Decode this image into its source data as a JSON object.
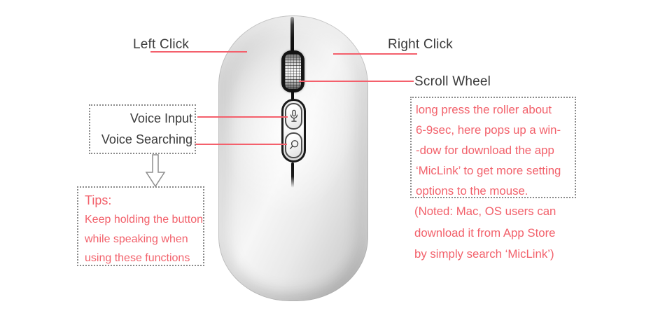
{
  "colors": {
    "annotation_red": "#f2616b",
    "line_red": "#f4606c",
    "label_dark": "#3b3b3b",
    "mouse_silver": "#e6e6e6"
  },
  "callouts": {
    "left_click": "Left Click",
    "right_click": "Right Click",
    "scroll_wheel": "Scroll Wheel"
  },
  "voice_box": {
    "voice_input": "Voice Input",
    "voice_searching": "Voice Searching"
  },
  "tips_box": {
    "title": "Tips:",
    "lines": [
      "Keep holding the button",
      "while speaking when",
      "using these functions"
    ]
  },
  "info_box": {
    "lines": [
      "long press the roller about",
      "6-9sec, here pops up a win-",
      "-dow for download the app",
      "‘MicLink’ to get more setting",
      "options to the mouse."
    ]
  },
  "note": {
    "lines": [
      "(Noted: Mac, OS users can",
      "download it from App Store",
      "by simply search ‘MicLink’)"
    ]
  },
  "icons": {
    "microphone": "microphone-icon",
    "search": "search-icon",
    "down_arrow": "down-arrow-icon"
  }
}
